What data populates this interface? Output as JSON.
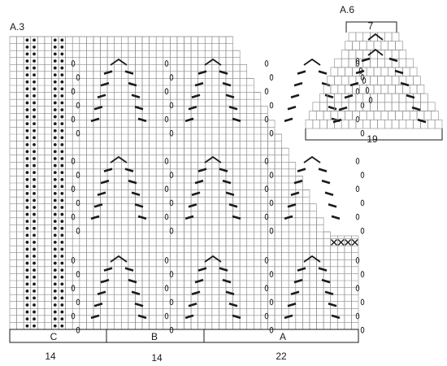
{
  "charts": {
    "a3": {
      "title": "A.3",
      "sections": [
        {
          "letter": "C",
          "count": "14"
        },
        {
          "letter": "B",
          "count": "14"
        },
        {
          "letter": "A",
          "count": "22"
        }
      ]
    },
    "a6": {
      "title": "A.6",
      "top_count": "7",
      "bottom_count": "19"
    }
  },
  "symbols": {
    "knit": "blank square",
    "purl_dot": "filled dot",
    "yarn_over": "oval",
    "slant_stitch": "thick diagonal bar",
    "cast_off": "x"
  },
  "colors": {
    "grid": "#8a8a8a",
    "ink": "#1a1a1a",
    "background": "#ffffff"
  }
}
